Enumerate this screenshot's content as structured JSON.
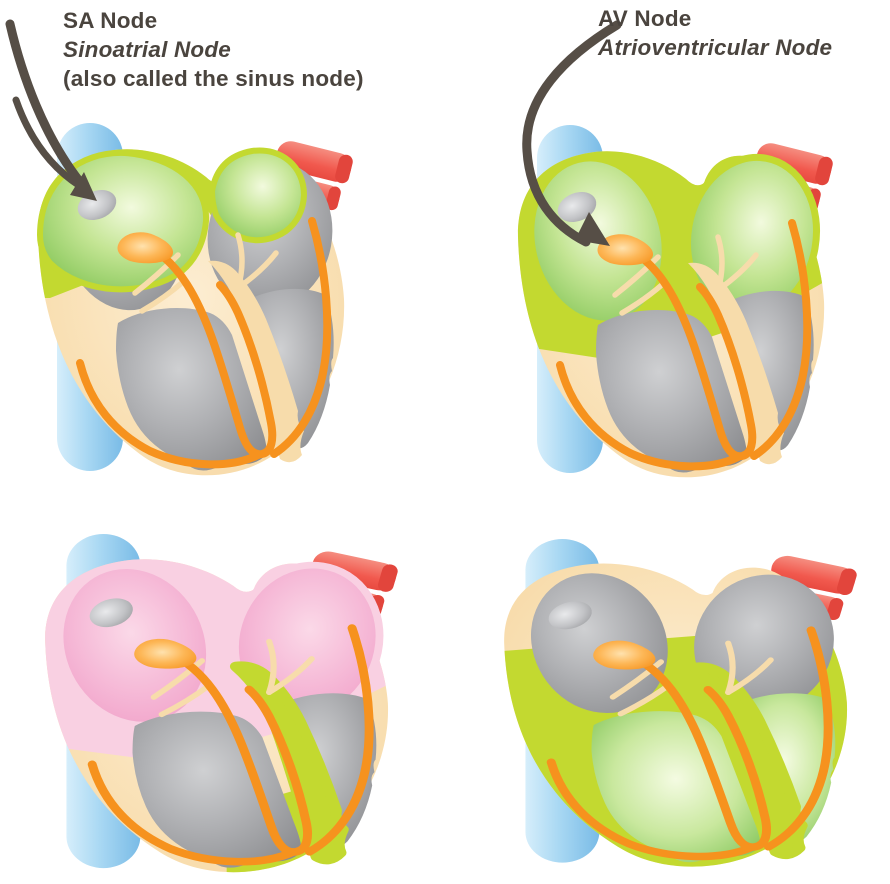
{
  "labels": {
    "sa_node": {
      "title": "SA Node",
      "subtitle": "Sinoatrial Node",
      "note": "(also called the sinus node)"
    },
    "av_node": {
      "title": "AV Node",
      "subtitle": "Atrioventricular Node"
    }
  },
  "colors": {
    "text": "#4a443e",
    "arrow": "#564e46",
    "chartreuse": "#c3d930",
    "orange": "#f6921e",
    "cream": "#f7dcab",
    "pink-rim": "#f9d0e2",
    "pink-edge": "#ef9ac4",
    "green-edge": "#7dc250",
    "gray-edge": "#898a8d",
    "blue": "#79bbe6",
    "red": "#f1594e"
  }
}
